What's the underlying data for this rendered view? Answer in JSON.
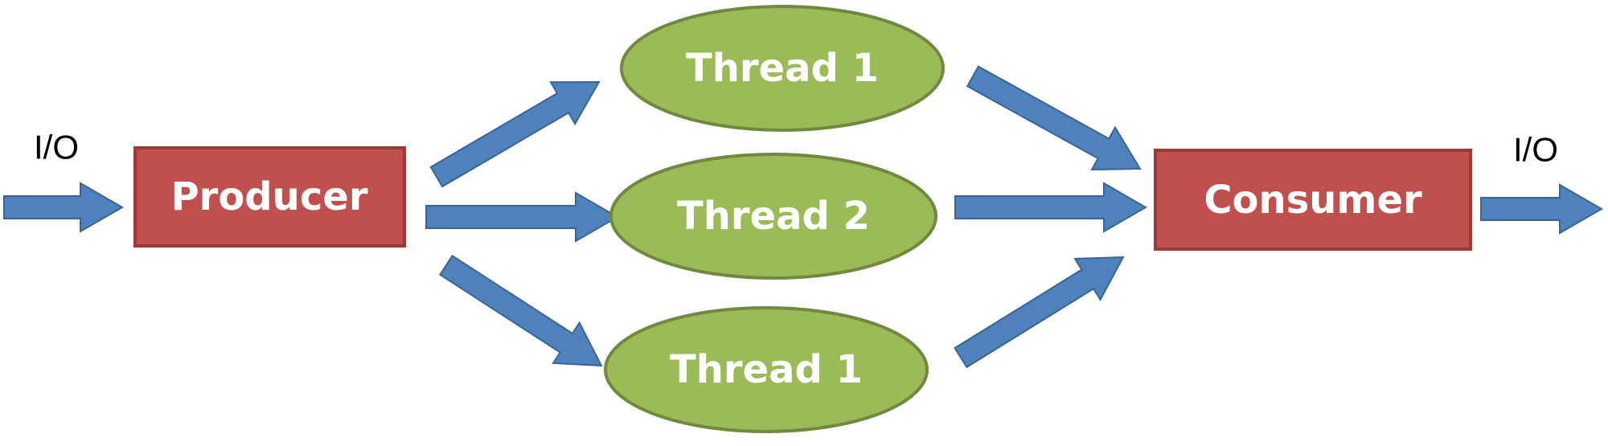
{
  "diagram": {
    "input_label": "I/O",
    "output_label": "I/O",
    "producer": {
      "label": "Producer"
    },
    "consumer": {
      "label": "Consumer"
    },
    "threads": [
      {
        "label": "Thread 1"
      },
      {
        "label": "Thread 2"
      },
      {
        "label": "Thread 1"
      }
    ]
  },
  "colors": {
    "arrow": "#4f81bd",
    "arrow_stroke": "#3a6593",
    "box_fill": "#c0504d",
    "box_stroke": "#9b3b38",
    "ellipse_fill": "#9bbb59",
    "ellipse_stroke": "#71893f"
  }
}
